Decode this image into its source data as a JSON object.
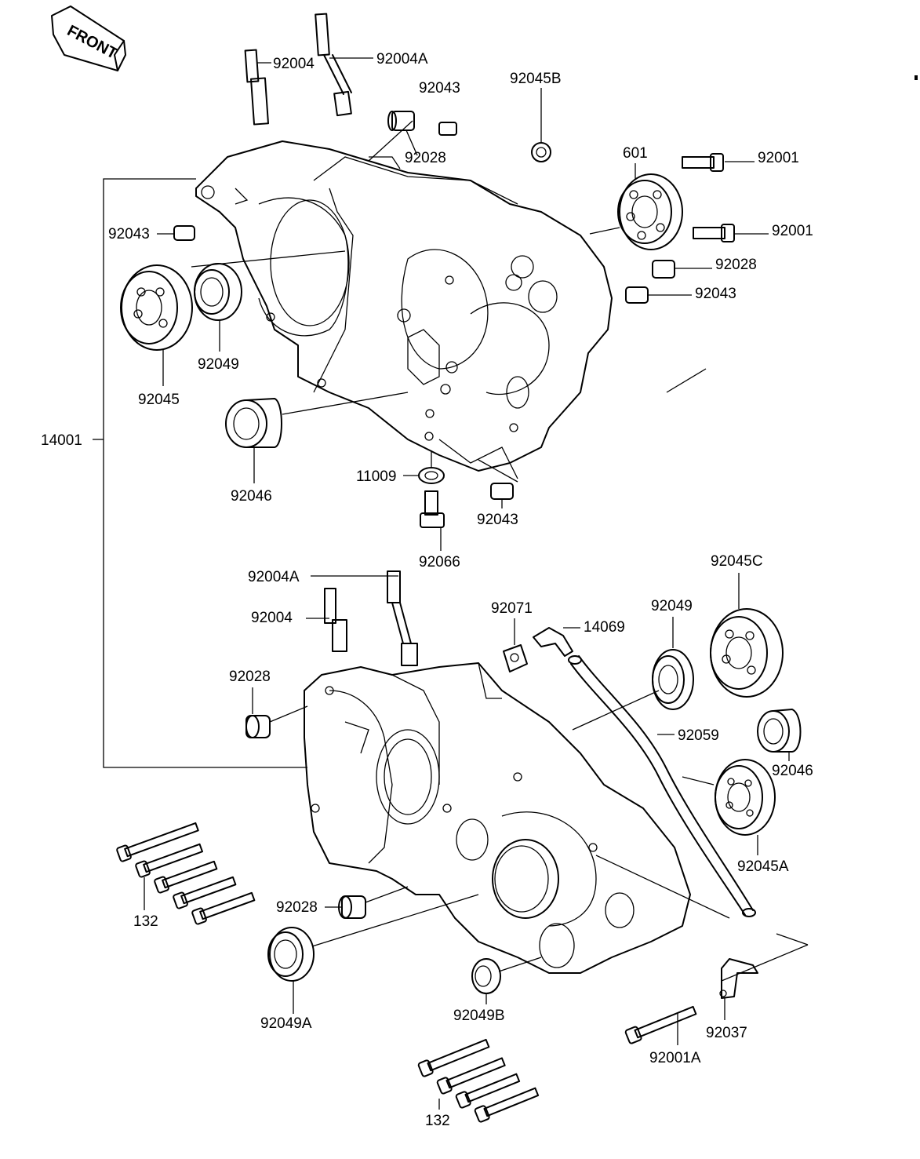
{
  "front_label": "FRONT",
  "parts": {
    "p92004_upper": "92004",
    "p92004A_upper": "92004A",
    "p92043_upper_top": "92043",
    "p92045B": "92045B",
    "p92028_upper_top": "92028",
    "p601": "601",
    "p92001_a": "92001",
    "p92001_b": "92001",
    "p92028_upper_right": "92028",
    "p92043_upper_right": "92043",
    "p92043_upper_left": "92043",
    "p92049_upper": "92049",
    "p92045_upper": "92045",
    "p14001": "14001",
    "p92046_upper": "92046",
    "p11009": "11009",
    "p92043_upper_bottom": "92043",
    "p92066": "92066",
    "p92004A_lower": "92004A",
    "p92004_lower": "92004",
    "p92071": "92071",
    "p14069": "14069",
    "p92049_lower": "92049",
    "p92045C": "92045C",
    "p92028_lower_top": "92028",
    "p92059": "92059",
    "p92046_lower": "92046",
    "p92045A": "92045A",
    "p132_left": "132",
    "p92028_lower": "92028",
    "p92049A": "92049A",
    "p92049B": "92049B",
    "p92037": "92037",
    "p92001A": "92001A",
    "p132_bottom": "132"
  }
}
